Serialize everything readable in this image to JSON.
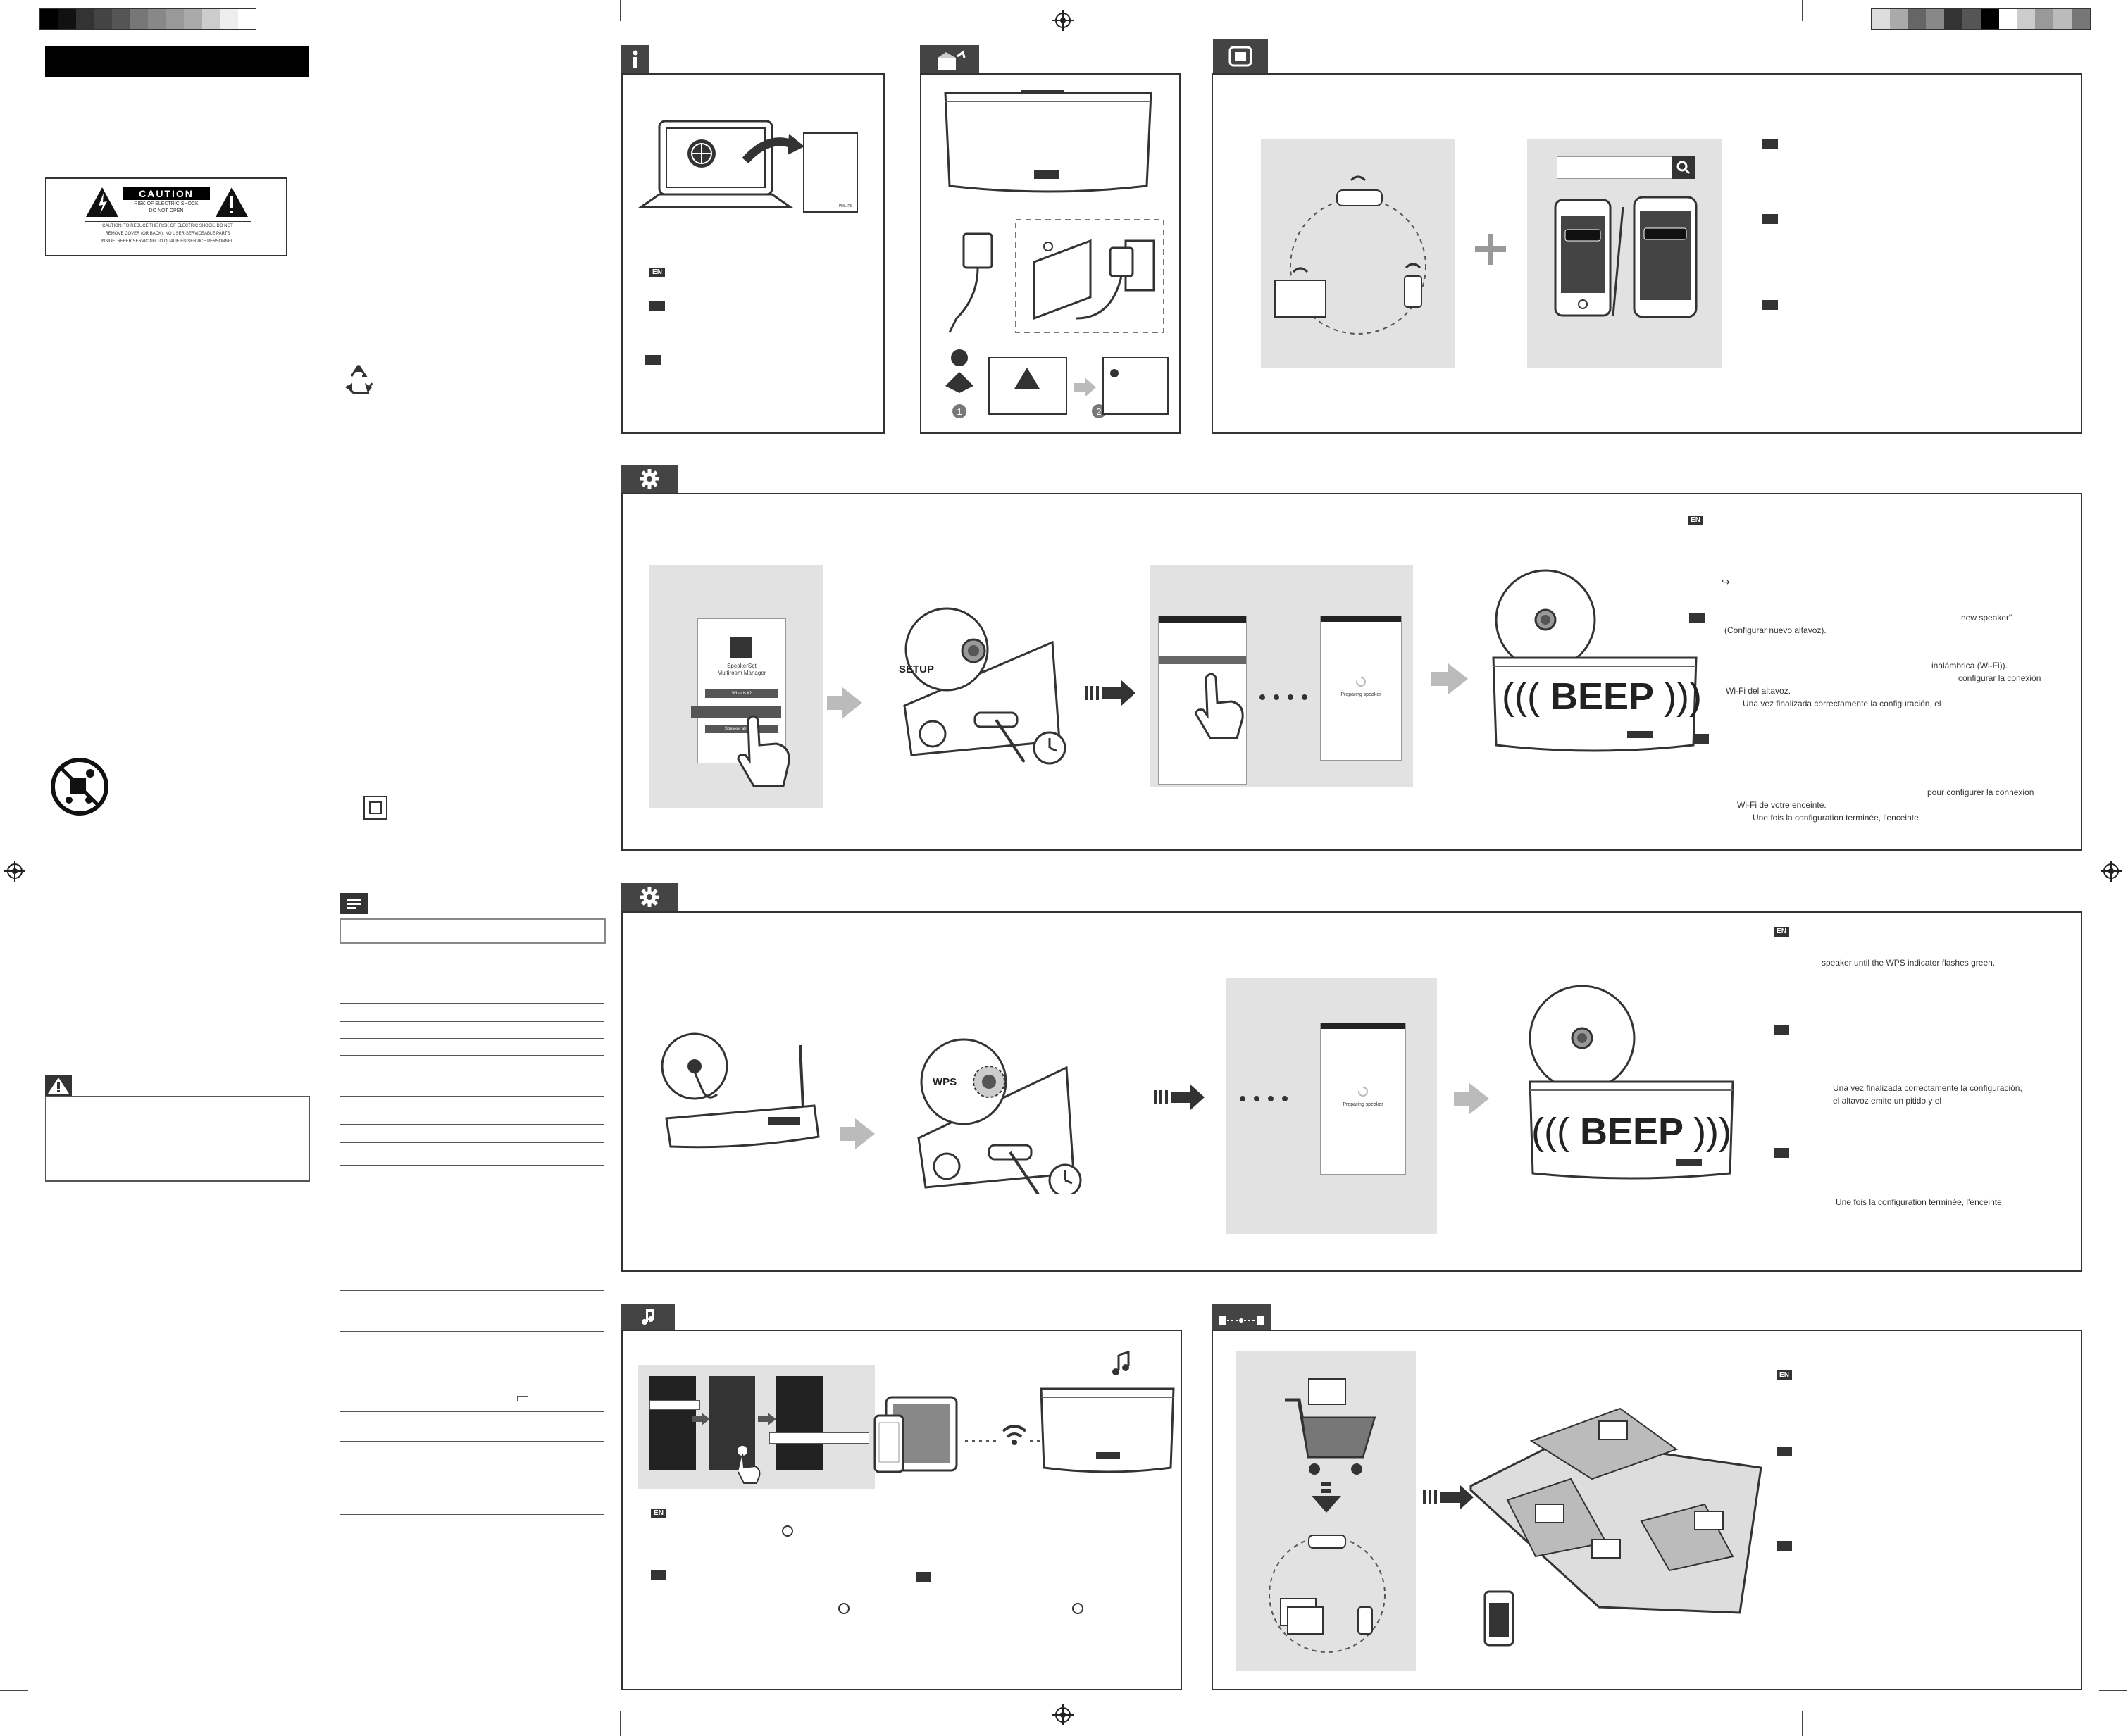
{
  "caution": {
    "title": "CAUTION",
    "line1": "RISK OF ELECTRIC SHOCK",
    "line2": "DO NOT OPEN",
    "line3": "CAUTION: TO REDUCE THE RISK OF ELECTRIC SHOCK, DO NOT",
    "line4": "REMOVE COVER (OR BACK). NO USER-SERVICEABLE PARTS",
    "line5": "INSIDE. REFER SERVICING TO QUALIFIED SERVICE PERSONNEL."
  },
  "info_panel": {
    "lang_en": "EN",
    "brand": "PHILIPS"
  },
  "setup_panel": {
    "setup_label": "SETUP",
    "app_title_1": "SpeakerSet",
    "app_title_2": "Multiroom Manager",
    "app_btn_1": "What is it?",
    "app_btn_2": "Speaker already...",
    "preparing": "Preparing speaker",
    "beep": "BEEP",
    "lang_en": "EN",
    "arrow_glyph": "↪",
    "es_1": "new speaker\"",
    "es_2": "(Configurar nuevo altavoz).",
    "es_3": "inalámbrica (Wi-Fi)).",
    "es_4": "configurar la conexión",
    "es_5": "Wi-Fi del altavoz.",
    "es_6": "Una vez finalizada correctamente la configuración, el",
    "fr_1": "pour configurer la connexion",
    "fr_2": "Wi-Fi de votre enceinte.",
    "fr_3": "Une fois la configuration terminée, l'enceinte"
  },
  "wps_panel": {
    "wps_label": "WPS",
    "preparing": "Preparing speaker",
    "beep": "BEEP",
    "lang_en": "EN",
    "en_1": "speaker until the WPS indicator flashes green.",
    "es_1": "Una vez finalizada correctamente la configuración,",
    "es_2": "el altavoz emite un pitido y el",
    "fr_1": "Une fois la configuration terminée, l'enceinte"
  },
  "music_panel": {
    "lang_en": "EN"
  },
  "multiroom_panel": {
    "lang_en": "EN"
  },
  "icons": {
    "info": "info-icon",
    "unbox": "box-icon",
    "app": "app-icon",
    "gear": "gear-icon",
    "music": "music-note-icon",
    "multiroom": "multiroom-icon",
    "note": "note-icon",
    "warning": "warning-icon"
  }
}
